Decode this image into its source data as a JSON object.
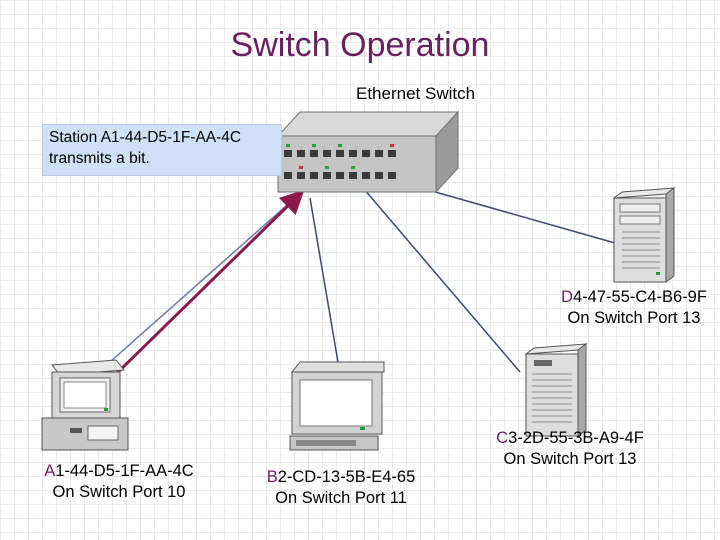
{
  "title": "Switch Operation",
  "switch_label": "Ethernet Switch",
  "callout": {
    "line1": "Station A1-44-D5-1F-AA-4C",
    "line2": "transmits a bit."
  },
  "stations": {
    "A": {
      "letter": "A",
      "mac_rest": "1-44-D5-1F-AA-4C",
      "port": "On Switch Port 10"
    },
    "B": {
      "letter": "B",
      "mac_rest": "2-CD-13-5B-E4-65",
      "port": "On Switch Port 11"
    },
    "C": {
      "letter": "C",
      "mac_rest": "3-2D-55-3B-A9-4F",
      "port": "On Switch Port 13"
    },
    "D": {
      "letter": "D",
      "mac_rest": "4-47-55-C4-B6-9F",
      "port": "On Switch Port 13"
    }
  },
  "colors": {
    "title": "#6a1f5f",
    "transmit_arrow": "#8b1a4a",
    "link_line": "#3b4a6b",
    "callout_bg": "#cfe0f7"
  }
}
